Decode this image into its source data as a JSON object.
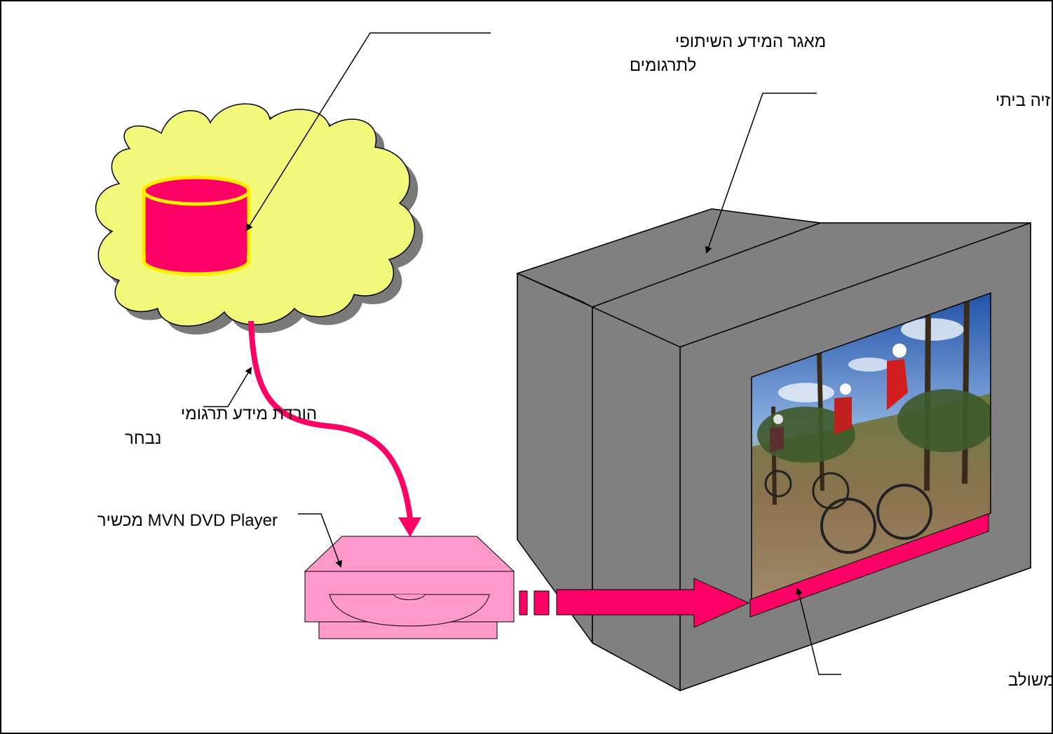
{
  "labels": {
    "database_line1": "מאגר המידע השיתופי",
    "database_line2": "לתרגומים",
    "tv": "מכשיר טלוויזיה ביתי",
    "download_line1": "הורדת מידע תרגומי",
    "download_line2": "נבחר",
    "dvd_player": "מכשיר  MVN DVD Player",
    "subtitle_strip": "פס תרגום משולב"
  },
  "colors": {
    "cloud_fill": "#f2f97a",
    "cloud_shadow": "#7a7a7a",
    "database_fill": "#ff0066",
    "database_rim": "#ffee00",
    "arrow_magenta": "#ff0066",
    "dvd_fill": "#ff99cc",
    "tv_gray": "#808080",
    "strip_fill": "#ff0066",
    "outline": "#000000"
  },
  "icons": {
    "cloud": "cloud-icon",
    "database": "database-cylinder-icon",
    "dvd_player": "dvd-player-icon",
    "tv": "television-icon",
    "tv_picture": "mountain-bikers-photo"
  }
}
